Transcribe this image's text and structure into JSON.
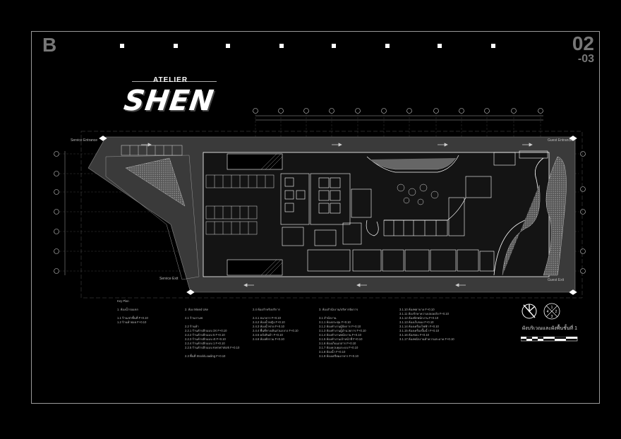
{
  "sheet": {
    "letter": "B",
    "number": "02",
    "sub": "-03"
  },
  "logo": {
    "small": "ATELIER",
    "big": "SHEN"
  },
  "labels": {
    "service_entrance": "Service Entrance",
    "service_exit": "Service Exit",
    "guest_entrance": "Guest Entrance",
    "guest_exit": "Guest Exit"
  },
  "legend": {
    "col1": [
      "Key Plan",
      "",
      "1. ห้องน้ำรอแขก",
      "",
      "1.1 ร้านเช่าพื้นที่ F+0.10",
      "1.2 ร้านค้าย่อย F+0.10"
    ],
    "col2": [
      "2. ห้อง Mixed Use",
      "",
      "2.1 ร้านกาแฟ",
      "",
      "2.2 ร้านค้า",
      "2.2.1 ร้านค้าปลีกแบบ 3X F+0.10",
      "2.2.2 ร้านค้าปลีกแบบ 5 F+0.10",
      "2.2.3 ร้านค้าปลีกแบบ 4t F+0.10",
      "2.2.4 ร้านค้าปลีกแบบ 1 F+0.10",
      "2.2.5 ร้านค้าปลีกแบบ Kernel Work F+0.10",
      "",
      "2.3 พื้นที่ Stock/Loading F+0.10"
    ],
    "col3": [
      "2.4 ห้องสำหรับบริการ",
      "",
      "2.4.1 ธนาคาร F+0.10",
      "2.4.2 ห้องน้ำหญิง F+0.10",
      "2.4.3 ห้องน้ำชาย F+0.10",
      "2.4.4 พื้นที่ทางเดินส่วนกลาง F+0.10",
      "2.4.5 คลังสินค้า F+0.10",
      "2.4.6 ห้องพักรวม F+0.10"
    ],
    "col4": [
      "3. ห้องสำนักงาน/บริหารจัดการ",
      "",
      "3.1 สำนักงาน",
      "3.1.1 ห้องประชุม F+0.10",
      "3.1.2 ห้องทำงานผู้จัดการ F+0.10",
      "3.1.3 ห้องทำงานผู้อำนวยการ F+0.10",
      "3.1.4 ห้องทำงานพนักงาน F+0.10",
      "3.1.5 ห้องทำงานเจ้าหน้าที่ F+0.10",
      "3.1.6 ห้องเก็บเอกสาร F+0.10",
      "3.1.7 ห้องควบคุมระบบ F+0.10",
      "3.1.8 ห้องน้ำ F+0.10",
      "3.1.9 ห้องเตรียมอาหาร F+0.10"
    ],
    "col5": [
      "3.1.10 ห้องพยาบาล F+0.10",
      "3.1.11 ห้องรักษาความปลอดภัย F+0.10",
      "3.1.12 ห้องพักพนักงาน F+0.10",
      "3.1.13 ห้องเก็บของ F+0.10",
      "3.1.14 ห้องเครื่องไฟฟ้า F+0.10",
      "3.1.15 ห้องเครื่องปั๊มน้ำ F+0.10",
      "3.1.16 ห้องขยะ F+0.10",
      "3.1.17 ห้องพนักงานทำความสะอาด F+0.10"
    ]
  },
  "plan_title": "ผังบริเวณและผังพื้นชั้นที่ 1",
  "compass": {
    "q1": "1",
    "q2": "2",
    "q3": "3",
    "q4": "4"
  },
  "colors": {
    "background": "#000000",
    "floor": "#3a3a3a",
    "wall": "#ffffff",
    "hatch": "#9c9c9c"
  }
}
